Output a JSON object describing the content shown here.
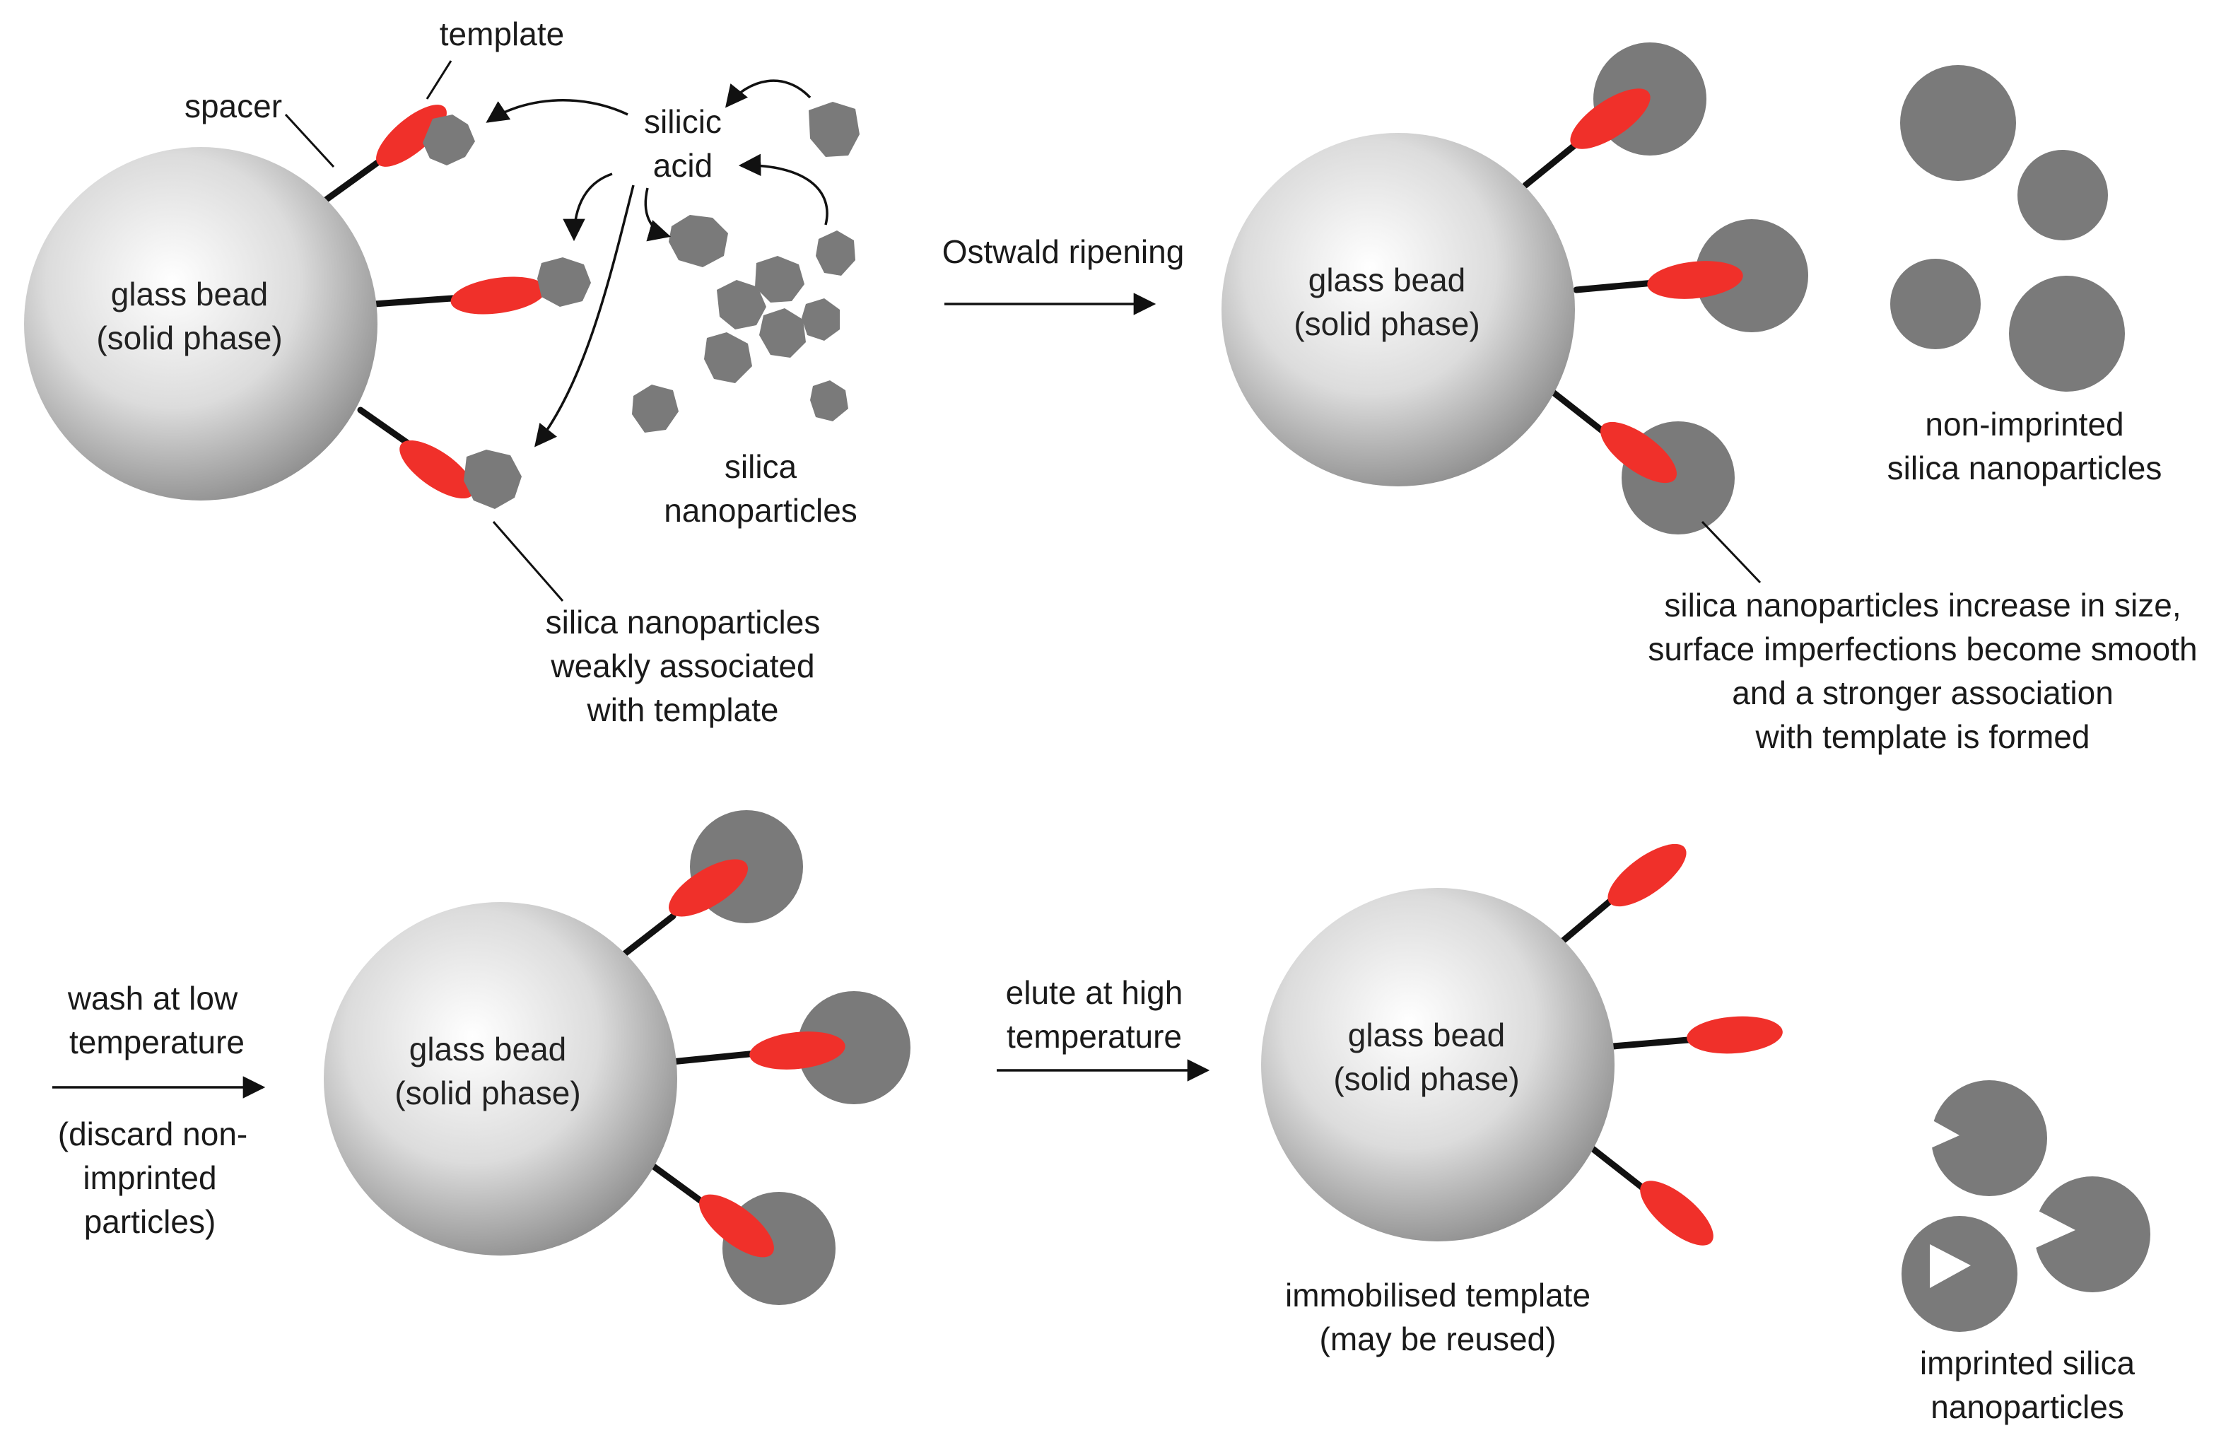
{
  "colors": {
    "template": "#f0302a",
    "silica": "#7a7a7a",
    "bead_light": "#ffffff",
    "bead_dark": "#8c8c8c",
    "line": "#111111"
  },
  "bead": {
    "line1": "glass bead",
    "line2": "(solid phase)"
  },
  "panel1": {
    "template_label": "template",
    "spacer_label": "spacer",
    "silicic_acid": [
      "silicic",
      "acid"
    ],
    "silica_nanoparticles": [
      "silica",
      "nanoparticles"
    ],
    "weak_assoc": [
      "silica nanoparticles",
      "weakly associated",
      "with template"
    ]
  },
  "panel2": {
    "step_label": "Ostwald ripening",
    "non_imprinted": [
      "non-imprinted",
      "silica nanoparticles"
    ],
    "increase_note": [
      "silica nanoparticles increase in size,",
      "surface imperfections become smooth",
      "and a stronger association",
      "with template is formed"
    ]
  },
  "panel3": {
    "step_label": [
      "wash at low",
      "temperature"
    ],
    "step_note": [
      "(discard non-",
      "imprinted",
      "particles)"
    ]
  },
  "panel4": {
    "step_label": [
      "elute at high",
      "temperature"
    ],
    "immobilised": [
      "immobilised template",
      "(may be reused)"
    ],
    "imprinted": [
      "imprinted silica",
      "nanoparticles"
    ]
  }
}
